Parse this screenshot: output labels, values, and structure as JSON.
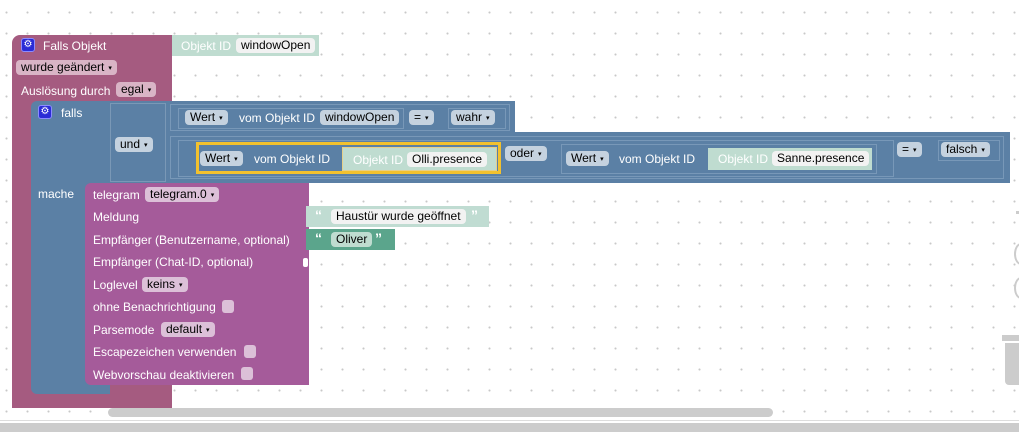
{
  "trigger_block": {
    "title": "Falls Objekt",
    "object_label": "Objekt ID",
    "object_value": "windowOpen",
    "change_mode": "wurde geändert",
    "trigger_by_label": "Auslösung durch",
    "trigger_by_value": "egal"
  },
  "if_block": {
    "falls_label": "falls",
    "mache_label": "mache",
    "operator": "und",
    "condition1": {
      "value_mode": "Wert",
      "from_label": "vom Objekt ID",
      "object_value": "windowOpen",
      "compare_op": "=",
      "compare_value": "wahr"
    },
    "condition2": {
      "left": {
        "value_mode": "Wert",
        "from_label": "vom Objekt ID",
        "object_label": "Objekt ID",
        "object_value": "Olli.presence"
      },
      "operator": "oder",
      "right": {
        "value_mode": "Wert",
        "from_label": "vom Objekt ID",
        "object_label": "Objekt ID",
        "object_value": "Sanne.presence"
      },
      "compare_op": "=",
      "compare_value": "falsch"
    }
  },
  "telegram_block": {
    "title": "telegram",
    "instance": "telegram.0",
    "message_label": "Meldung",
    "message_value": "Haustür wurde geöffnet",
    "recipient_user_label": "Empfänger (Benutzername, optional)",
    "recipient_user_value": "Oliver",
    "recipient_chat_label": "Empfänger (Chat-ID, optional)",
    "loglevel_label": "Loglevel",
    "loglevel_value": "keins",
    "silent_label": "ohne Benachrichtigung",
    "parsemode_label": "Parsemode",
    "parsemode_value": "default",
    "escape_label": "Escapezeichen verwenden",
    "webpreview_label": "Webvorschau deaktivieren"
  },
  "quote_open": "“",
  "quote_close": "”",
  "dropdown_arrow": "▾",
  "gear_glyph": "⚙"
}
